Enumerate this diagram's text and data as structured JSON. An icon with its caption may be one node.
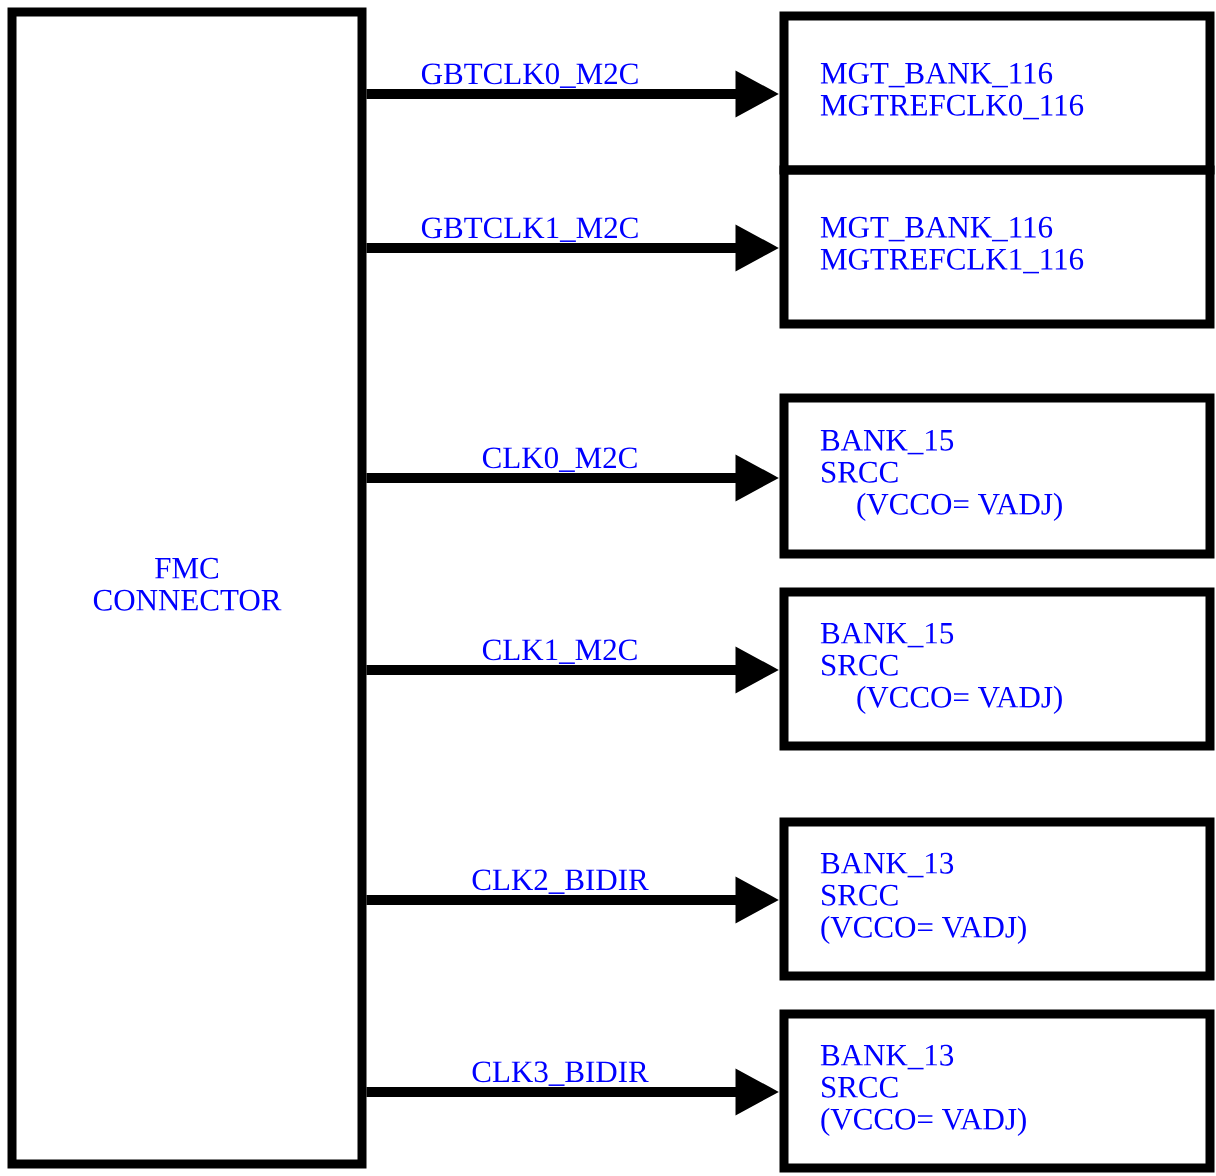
{
  "diagram": {
    "nodes": [
      {
        "text": [
          "FMC",
          "CONNECTOR"
        ]
      },
      {
        "text": [
          "MGT_BANK_116",
          "MGTREFCLK0_116"
        ]
      },
      {
        "text": [
          "MGT_BANK_116",
          "MGTREFCLK1_116"
        ]
      },
      {
        "text": [
          "BANK_15",
          "SRCC",
          "(VCCO= VADJ)"
        ]
      },
      {
        "text": [
          "BANK_15",
          "SRCC",
          "(VCCO= VADJ)"
        ]
      },
      {
        "text": [
          "BANK_13",
          "SRCC",
          "(VCCO= VADJ)"
        ]
      },
      {
        "text": [
          "BANK_13",
          "SRCC",
          "(VCCO= VADJ)"
        ]
      }
    ],
    "edges": [
      {
        "from": 0,
        "to": 1,
        "arrow": "to",
        "label": "GBTCLK0_M2C"
      },
      {
        "from": 0,
        "to": 2,
        "arrow": "to",
        "label": "GBTCLK1_M2C"
      },
      {
        "from": 0,
        "to": 3,
        "arrow": "to",
        "label": "CLK0_M2C"
      },
      {
        "from": 0,
        "to": 4,
        "arrow": "to",
        "label": "CLK1_M2C"
      },
      {
        "from": 0,
        "to": 5,
        "arrow": "to",
        "label": "CLK2_BIDIR"
      },
      {
        "from": 0,
        "to": 6,
        "arrow": "to",
        "label": "CLK3_BIDIR"
      }
    ]
  }
}
